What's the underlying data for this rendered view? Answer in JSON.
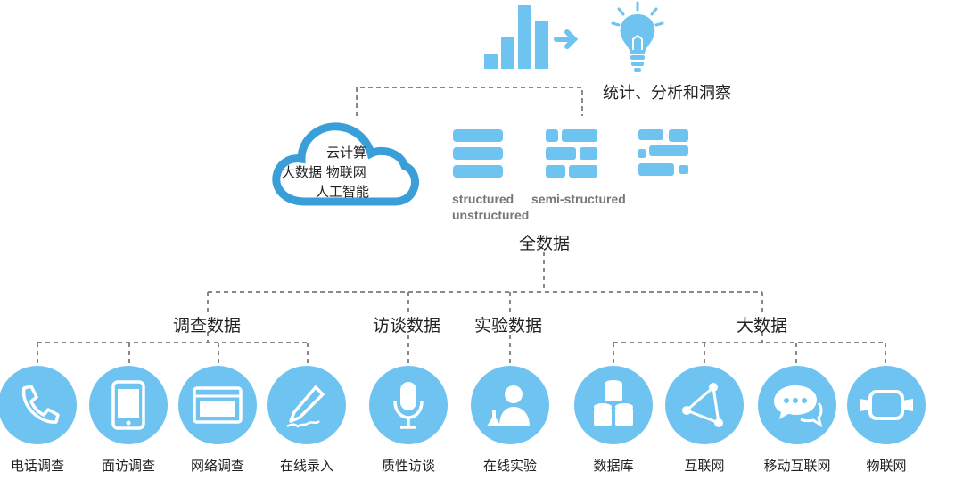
{
  "colors": {
    "accent": "#6fc3f0",
    "cloud_stroke": "#3a9fd8",
    "line": "#888888"
  },
  "top": {
    "caption": "统计、分析和洞察"
  },
  "cloud": {
    "line1": "云计算",
    "line2": "大数据  物联网",
    "line3": "人工智能"
  },
  "data_types": {
    "structured": "structured",
    "semi_structured": "semi-structured",
    "unstructured": "unstructured"
  },
  "center": {
    "label": "全数据"
  },
  "categories": [
    {
      "label": "调查数据"
    },
    {
      "label": "访谈数据"
    },
    {
      "label": "实验数据"
    },
    {
      "label": "大数据"
    }
  ],
  "leaves": [
    {
      "label": "电话调查",
      "icon": "phone-icon"
    },
    {
      "label": "面访调查",
      "icon": "tablet-icon"
    },
    {
      "label": "网络调查",
      "icon": "browser-window-icon"
    },
    {
      "label": "在线录入",
      "icon": "pen-signature-icon"
    },
    {
      "label": "质性访谈",
      "icon": "microphone-icon"
    },
    {
      "label": "在线实验",
      "icon": "scientist-icon"
    },
    {
      "label": "数据库",
      "icon": "database-icon"
    },
    {
      "label": "互联网",
      "icon": "network-triangle-icon"
    },
    {
      "label": "移动互联网",
      "icon": "chat-bubbles-icon"
    },
    {
      "label": "物联网",
      "icon": "wearable-band-icon"
    }
  ]
}
